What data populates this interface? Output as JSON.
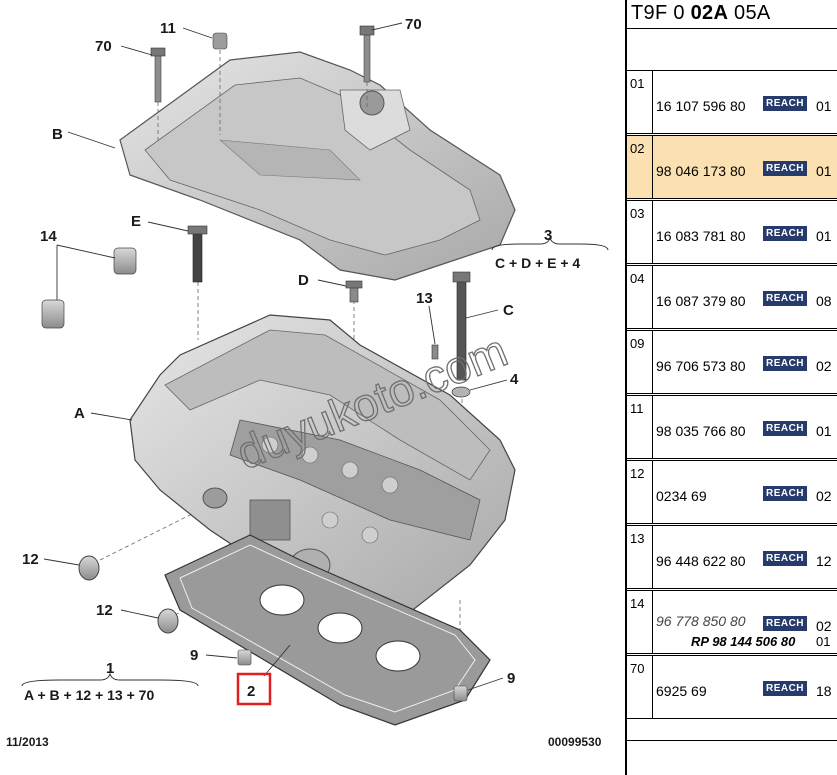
{
  "diagram": {
    "callouts": {
      "c11": "11",
      "c70a": "70",
      "c70b": "70",
      "cB": "B",
      "cE": "E",
      "c14": "14",
      "c3": "3",
      "cD": "D",
      "c13": "13",
      "cC": "C",
      "c4": "4",
      "cA": "A",
      "c12a": "12",
      "c12b": "12",
      "c9a": "9",
      "c9b": "9",
      "c1": "1",
      "c2": "2"
    },
    "formula_3": "C + D + E + 4",
    "formula_1": "A + B + 12 + 13 + 70",
    "watermark": "duyukoto.com",
    "date": "11/2013",
    "doc_number": "00099530",
    "highlight_color": "#e02020"
  },
  "table": {
    "title_prefix": "T9F 0 ",
    "title_bold": "02A",
    "title_suffix": " 05A",
    "badge_label": "REACH",
    "badge_color": "#263a6b",
    "selected_color": "#fbe1b1",
    "rows": [
      {
        "index": "01",
        "ref": "16 107 596 80",
        "qty": "01"
      },
      {
        "index": "02",
        "ref": "98 046 173 80",
        "qty": "01"
      },
      {
        "index": "03",
        "ref": "16 083 781 80",
        "qty": "01"
      },
      {
        "index": "04",
        "ref": "16 087 379 80",
        "qty": "08"
      },
      {
        "index": "09",
        "ref": "96 706 573 80",
        "qty": "02"
      },
      {
        "index": "11",
        "ref": "98 035 766 80",
        "qty": "01"
      },
      {
        "index": "12",
        "ref": "0234 69",
        "qty": "02"
      },
      {
        "index": "13",
        "ref": "96 448 622 80",
        "qty": "12"
      },
      {
        "index": "14",
        "ref": "96 778 850 80",
        "ref_replacement": "RP 98 144 506 80",
        "qty": "02",
        "qty_replacement": "01"
      },
      {
        "index": "70",
        "ref": "6925 69",
        "qty": "18"
      }
    ]
  }
}
